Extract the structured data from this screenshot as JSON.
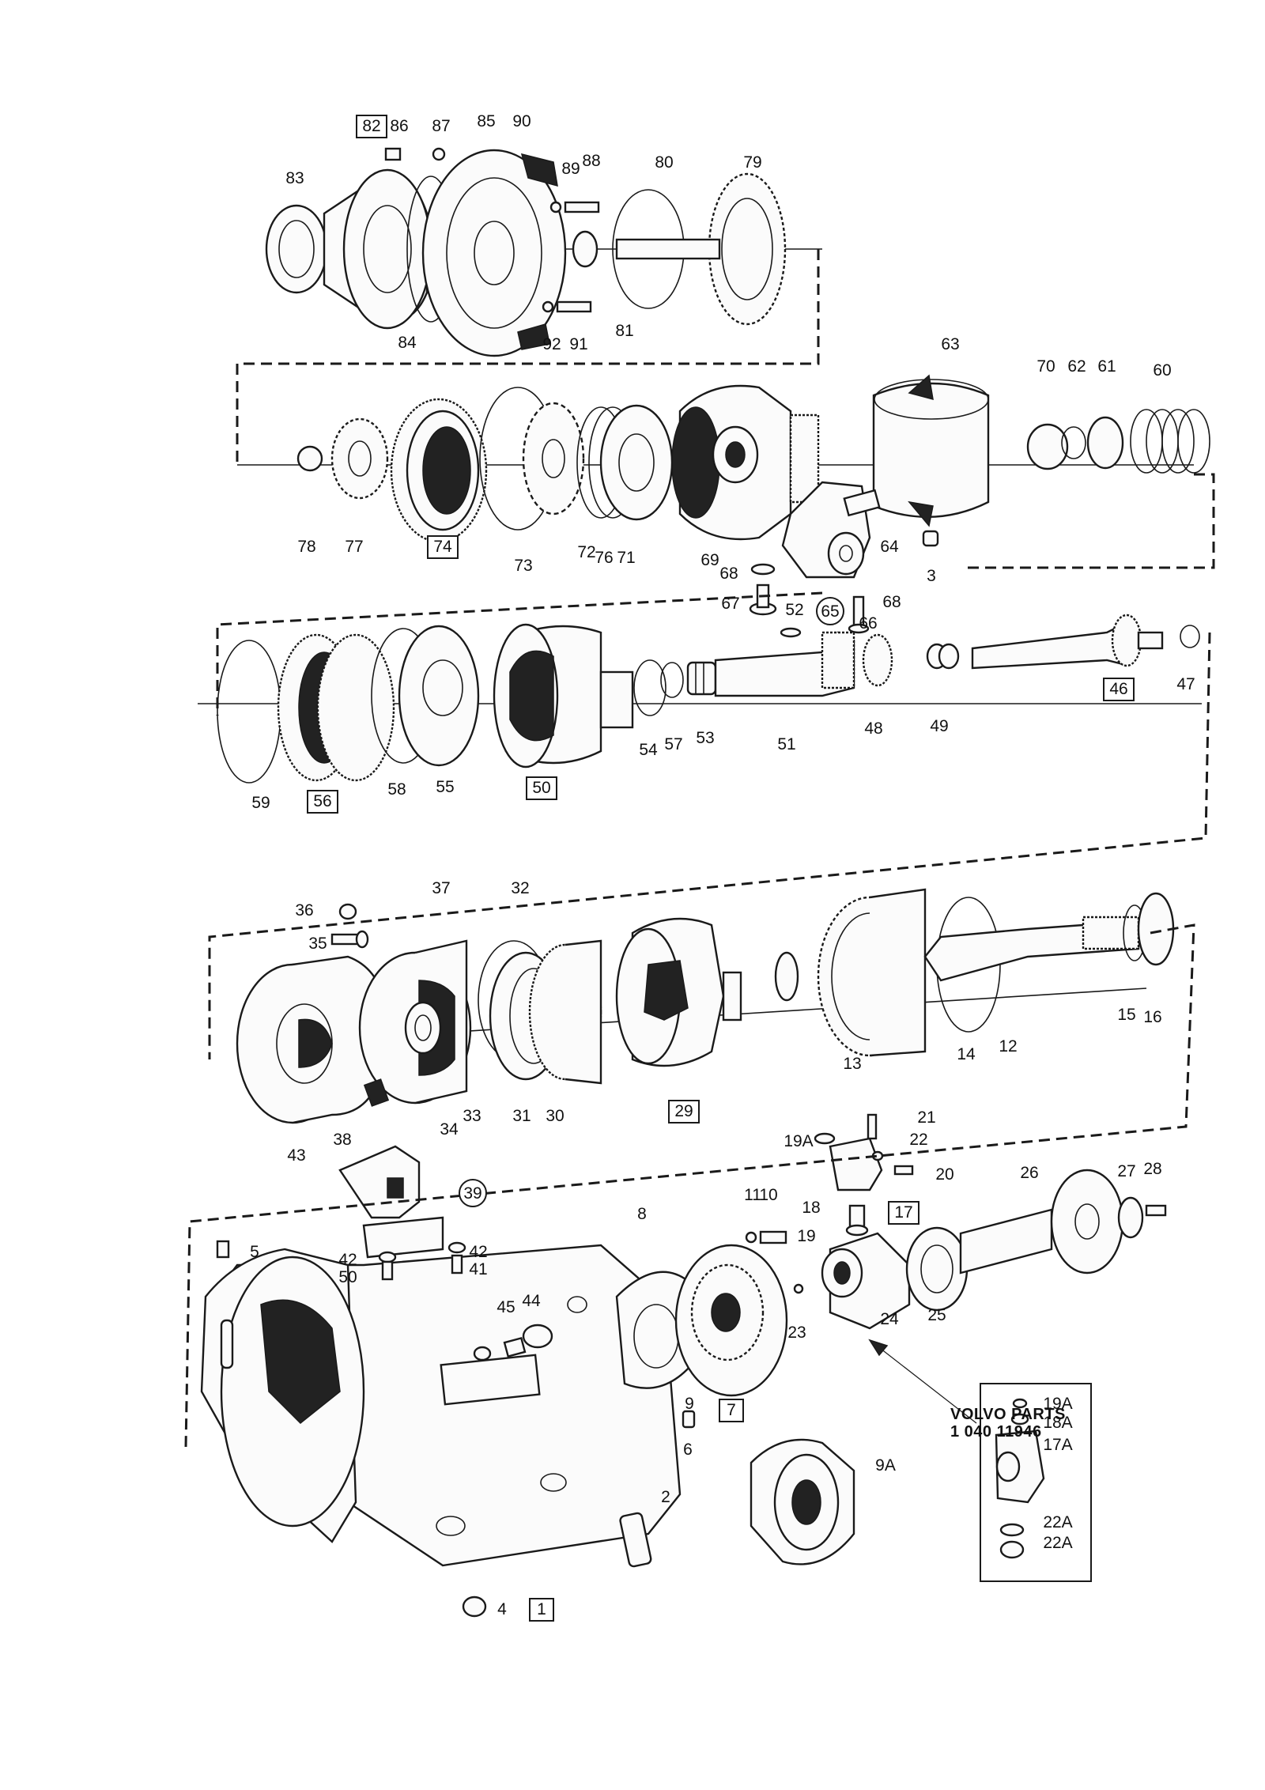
{
  "footer": {
    "brand": "VOLVO PARTS",
    "code": "1 040 11946"
  },
  "labels": [
    {
      "id": "82",
      "text": "82",
      "boxed": true
    },
    {
      "id": "86",
      "text": "86"
    },
    {
      "id": "87",
      "text": "87"
    },
    {
      "id": "85",
      "text": "85"
    },
    {
      "id": "90",
      "text": "90"
    },
    {
      "id": "83",
      "text": "83"
    },
    {
      "id": "89",
      "text": "89"
    },
    {
      "id": "88",
      "text": "88"
    },
    {
      "id": "80",
      "text": "80"
    },
    {
      "id": "79",
      "text": "79"
    },
    {
      "id": "84",
      "text": "84"
    },
    {
      "id": "92",
      "text": "92"
    },
    {
      "id": "91",
      "text": "91"
    },
    {
      "id": "81",
      "text": "81"
    },
    {
      "id": "63",
      "text": "63"
    },
    {
      "id": "70",
      "text": "70"
    },
    {
      "id": "62",
      "text": "62"
    },
    {
      "id": "61",
      "text": "61"
    },
    {
      "id": "60",
      "text": "60"
    },
    {
      "id": "78",
      "text": "78"
    },
    {
      "id": "77",
      "text": "77"
    },
    {
      "id": "74",
      "text": "74",
      "boxed": true
    },
    {
      "id": "73",
      "text": "73"
    },
    {
      "id": "72",
      "text": "72"
    },
    {
      "id": "76",
      "text": "76"
    },
    {
      "id": "71",
      "text": "71"
    },
    {
      "id": "69",
      "text": "69"
    },
    {
      "id": "64",
      "text": "64"
    },
    {
      "id": "3",
      "text": "3"
    },
    {
      "id": "68a",
      "text": "68"
    },
    {
      "id": "67",
      "text": "67"
    },
    {
      "id": "52",
      "text": "52"
    },
    {
      "id": "65",
      "text": "65",
      "circled": true
    },
    {
      "id": "68b",
      "text": "68"
    },
    {
      "id": "66",
      "text": "66"
    },
    {
      "id": "59",
      "text": "59"
    },
    {
      "id": "56",
      "text": "56",
      "boxed": true
    },
    {
      "id": "58",
      "text": "58"
    },
    {
      "id": "55",
      "text": "55"
    },
    {
      "id": "50a",
      "text": "50",
      "boxed": true
    },
    {
      "id": "54",
      "text": "54"
    },
    {
      "id": "57",
      "text": "57"
    },
    {
      "id": "53",
      "text": "53"
    },
    {
      "id": "51",
      "text": "51"
    },
    {
      "id": "48",
      "text": "48"
    },
    {
      "id": "49",
      "text": "49"
    },
    {
      "id": "46",
      "text": "46",
      "boxed": true
    },
    {
      "id": "47",
      "text": "47"
    },
    {
      "id": "36",
      "text": "36"
    },
    {
      "id": "35",
      "text": "35"
    },
    {
      "id": "37",
      "text": "37"
    },
    {
      "id": "32",
      "text": "32"
    },
    {
      "id": "43",
      "text": "43"
    },
    {
      "id": "38",
      "text": "38"
    },
    {
      "id": "34",
      "text": "34"
    },
    {
      "id": "33",
      "text": "33"
    },
    {
      "id": "31",
      "text": "31"
    },
    {
      "id": "30",
      "text": "30"
    },
    {
      "id": "29",
      "text": "29",
      "boxed": true
    },
    {
      "id": "13",
      "text": "13"
    },
    {
      "id": "14",
      "text": "14"
    },
    {
      "id": "12",
      "text": "12"
    },
    {
      "id": "15",
      "text": "15"
    },
    {
      "id": "16",
      "text": "16"
    },
    {
      "id": "21",
      "text": "21"
    },
    {
      "id": "19A",
      "text": "19A"
    },
    {
      "id": "22",
      "text": "22"
    },
    {
      "id": "20",
      "text": "20"
    },
    {
      "id": "26",
      "text": "26"
    },
    {
      "id": "27",
      "text": "27"
    },
    {
      "id": "28",
      "text": "28"
    },
    {
      "id": "39",
      "text": "39",
      "circled": true
    },
    {
      "id": "8",
      "text": "8"
    },
    {
      "id": "11",
      "text": "11"
    },
    {
      "id": "10",
      "text": "10"
    },
    {
      "id": "18",
      "text": "18"
    },
    {
      "id": "17",
      "text": "17",
      "boxed": true
    },
    {
      "id": "19",
      "text": "19"
    },
    {
      "id": "5",
      "text": "5"
    },
    {
      "id": "42a",
      "text": "42"
    },
    {
      "id": "42b",
      "text": "42"
    },
    {
      "id": "50b",
      "text": "50"
    },
    {
      "id": "41",
      "text": "41"
    },
    {
      "id": "45",
      "text": "45"
    },
    {
      "id": "44",
      "text": "44"
    },
    {
      "id": "25",
      "text": "25"
    },
    {
      "id": "24",
      "text": "24"
    },
    {
      "id": "23",
      "text": "23"
    },
    {
      "id": "9",
      "text": "9"
    },
    {
      "id": "7",
      "text": "7",
      "boxed": true
    },
    {
      "id": "9A",
      "text": "9A"
    },
    {
      "id": "6",
      "text": "6"
    },
    {
      "id": "2",
      "text": "2"
    },
    {
      "id": "4",
      "text": "4"
    },
    {
      "id": "1",
      "text": "1",
      "boxed": true
    },
    {
      "id": "i19A",
      "text": "19A"
    },
    {
      "id": "i18A",
      "text": "18A"
    },
    {
      "id": "i17A",
      "text": "17A"
    },
    {
      "id": "i22Aa",
      "text": "22A"
    },
    {
      "id": "i22Ab",
      "text": "22A"
    }
  ]
}
